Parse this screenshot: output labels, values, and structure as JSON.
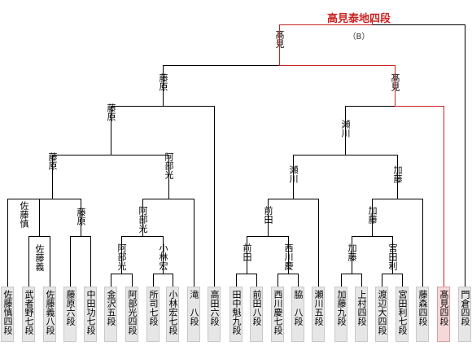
{
  "title": "高見泰地四段",
  "note": "（B）",
  "players": [
    {
      "id": "p1",
      "label": "佐藤慎四段"
    },
    {
      "id": "p2",
      "label": "武者野七段"
    },
    {
      "id": "p3",
      "label": "佐藤義八段"
    },
    {
      "id": "p4",
      "label": "藤原六段"
    },
    {
      "id": "p5",
      "label": "中田功七段"
    },
    {
      "id": "p6",
      "label": "金沢五段"
    },
    {
      "id": "p7",
      "label": "阿部光四段"
    },
    {
      "id": "p8",
      "label": "所司七段"
    },
    {
      "id": "p9",
      "label": "小林宏七段"
    },
    {
      "id": "p10",
      "label": "滝　八段"
    },
    {
      "id": "p11",
      "label": "高田六段"
    },
    {
      "id": "p12",
      "label": "田中魁九段"
    },
    {
      "id": "p13",
      "label": "前田八段"
    },
    {
      "id": "p14",
      "label": "西川慶七段"
    },
    {
      "id": "p15",
      "label": "脇　八段"
    },
    {
      "id": "p16",
      "label": "瀬川五段"
    },
    {
      "id": "p17",
      "label": "加藤九段"
    },
    {
      "id": "p18",
      "label": "上村四段"
    },
    {
      "id": "p19",
      "label": "渡辺大四段"
    },
    {
      "id": "p20",
      "label": "宮田利七段"
    },
    {
      "id": "p21",
      "label": "藤森四段"
    },
    {
      "id": "p22",
      "label": "髙見四段"
    },
    {
      "id": "p23",
      "label": "門倉四段"
    }
  ],
  "winners": {
    "w_a": "佐藤義",
    "w_b": "藤原",
    "w_c": "佐藤慎",
    "w_d": "阿部光",
    "w_e": "小林宏",
    "w_f": "阿部光",
    "w_g": "藤原",
    "w_h": "阿部光",
    "w_i": "藤原",
    "w_j": "藤原",
    "w_k": "前田",
    "w_l": "西川慶",
    "w_m": "前田",
    "w_n": "瀬川",
    "w_o": "加藤",
    "w_p": "宮田利",
    "w_q": "加藤",
    "w_r": "加藤",
    "w_s": "瀬川",
    "w_t": "髙見",
    "w_u": "髙見",
    "w_v": "髙見"
  },
  "highlight_player": "p22"
}
